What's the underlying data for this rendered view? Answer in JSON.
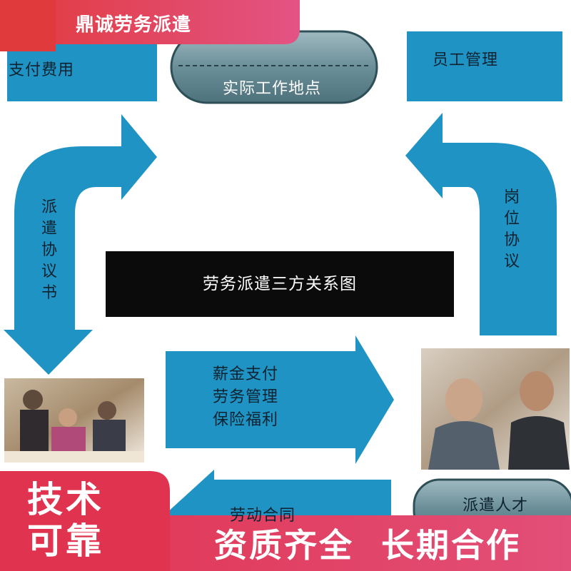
{
  "brand": {
    "title": "鼎诚劳务派遣"
  },
  "diagram": {
    "center_title": "劳务派遣三方关系图",
    "top_left_box": "支付费用",
    "top_center_box": "实际工作地点",
    "top_right_box": "员工管理",
    "left_arrow_label": [
      "派",
      "遣",
      "协",
      "议",
      "书"
    ],
    "right_arrow_label": [
      "岗",
      "位",
      "协",
      "议"
    ],
    "middle_arrow_lines": [
      "薪金支付",
      "劳务管理",
      "保险福利"
    ],
    "bottom_arrow_label": "劳动合同",
    "bottom_right_box": "派遣人才"
  },
  "footer": {
    "slogan_left": [
      "技术",
      "可靠"
    ],
    "slogan_right": "资质齐全  长期合作"
  },
  "colors": {
    "arrow_blue": "#1f93c4",
    "pill_gray": "#6b8f99",
    "banner_red": "#e0334f",
    "banner_pink": "#e24f78",
    "center_black": "#0b0b0b"
  }
}
